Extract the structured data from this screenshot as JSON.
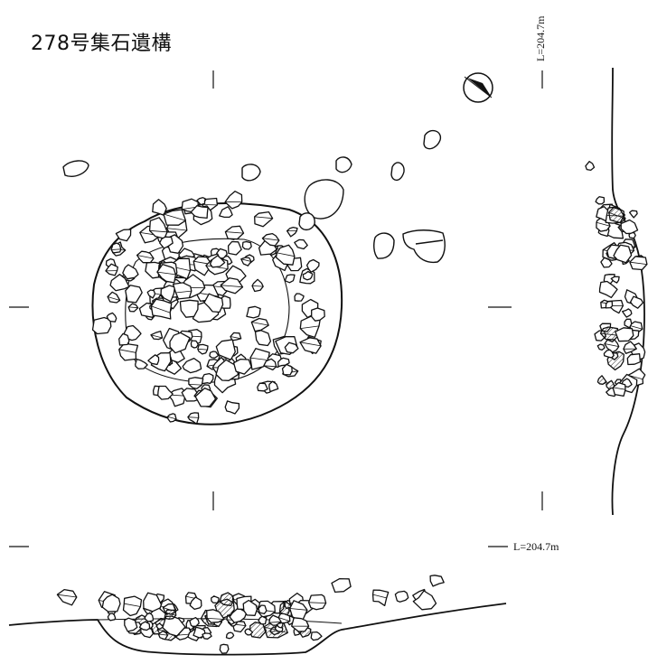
{
  "title": "278号集石遺構",
  "level_vertical": "L=204.7m",
  "level_horizontal": "L=204.7m",
  "icons": {
    "north": "north-arrow",
    "hatched_stone": "hatched-stone"
  }
}
